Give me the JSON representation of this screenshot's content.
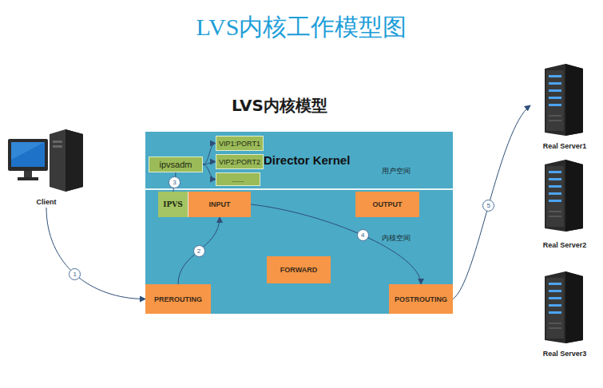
{
  "diagram": {
    "title": "LVS内核工作模型图",
    "nodes": [
      {
        "text": [
          "LVS内核模型",
          "Director Kernel"
        ]
      },
      {
        "text": [
          "ipvsadm"
        ],
        "in": 0
      },
      {
        "text": [
          "VIP1:PORT1"
        ],
        "in": 0
      },
      {
        "text": [
          "VIP2:PORT2"
        ],
        "in": 0
      },
      {
        "text": [
          "......"
        ],
        "in": 0
      },
      {
        "text": [
          "IPVS"
        ],
        "in": 0
      },
      {
        "text": [
          "INPUT"
        ],
        "in": 0
      },
      {
        "text": [
          "OUTPUT"
        ],
        "in": 0
      },
      {
        "text": [
          "FORWARD"
        ],
        "in": 0
      },
      {
        "text": [
          "PREROUTING"
        ],
        "in": 0
      },
      {
        "text": [
          "POSTROUTING"
        ],
        "in": 0
      },
      {
        "text": [
          "Client"
        ]
      },
      {
        "text": [
          "Real Server1"
        ]
      },
      {
        "text": [
          "Real Server2"
        ]
      },
      {
        "text": [
          "Real Server3"
        ]
      }
    ],
    "edges": [
      {
        "from": 11,
        "to": 9,
        "arrow": "to",
        "label": "1"
      },
      {
        "from": 9,
        "to": 6,
        "arrow": "to",
        "label": "2"
      },
      {
        "from": 5,
        "to": 1,
        "arrow": "none",
        "label": "3"
      },
      {
        "from": 1,
        "to": 2,
        "arrow": "to"
      },
      {
        "from": 1,
        "to": 3,
        "arrow": "to"
      },
      {
        "from": 1,
        "to": 4,
        "arrow": "to"
      },
      {
        "from": 6,
        "to": 10,
        "arrow": "to",
        "label": "4"
      },
      {
        "from": 10,
        "to": 12,
        "arrow": "to",
        "label": "5"
      }
    ],
    "labels": [
      "用户空间",
      "内核空间"
    ]
  }
}
